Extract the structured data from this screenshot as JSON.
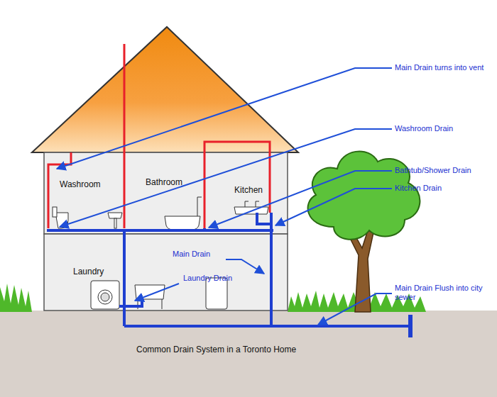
{
  "diagram": {
    "caption": "Common Drain System in a Toronto Home",
    "labels": [
      "Main Drain turns into vent",
      "Washroom Drain",
      "Bathtub/Shower Drain",
      "Kitchen Drain",
      "Washroom",
      "Bathroom",
      "Kitchen",
      "Laundry",
      "Main Drain",
      "Laundry Drain",
      "Main Drain Flush into city sewer"
    ]
  }
}
